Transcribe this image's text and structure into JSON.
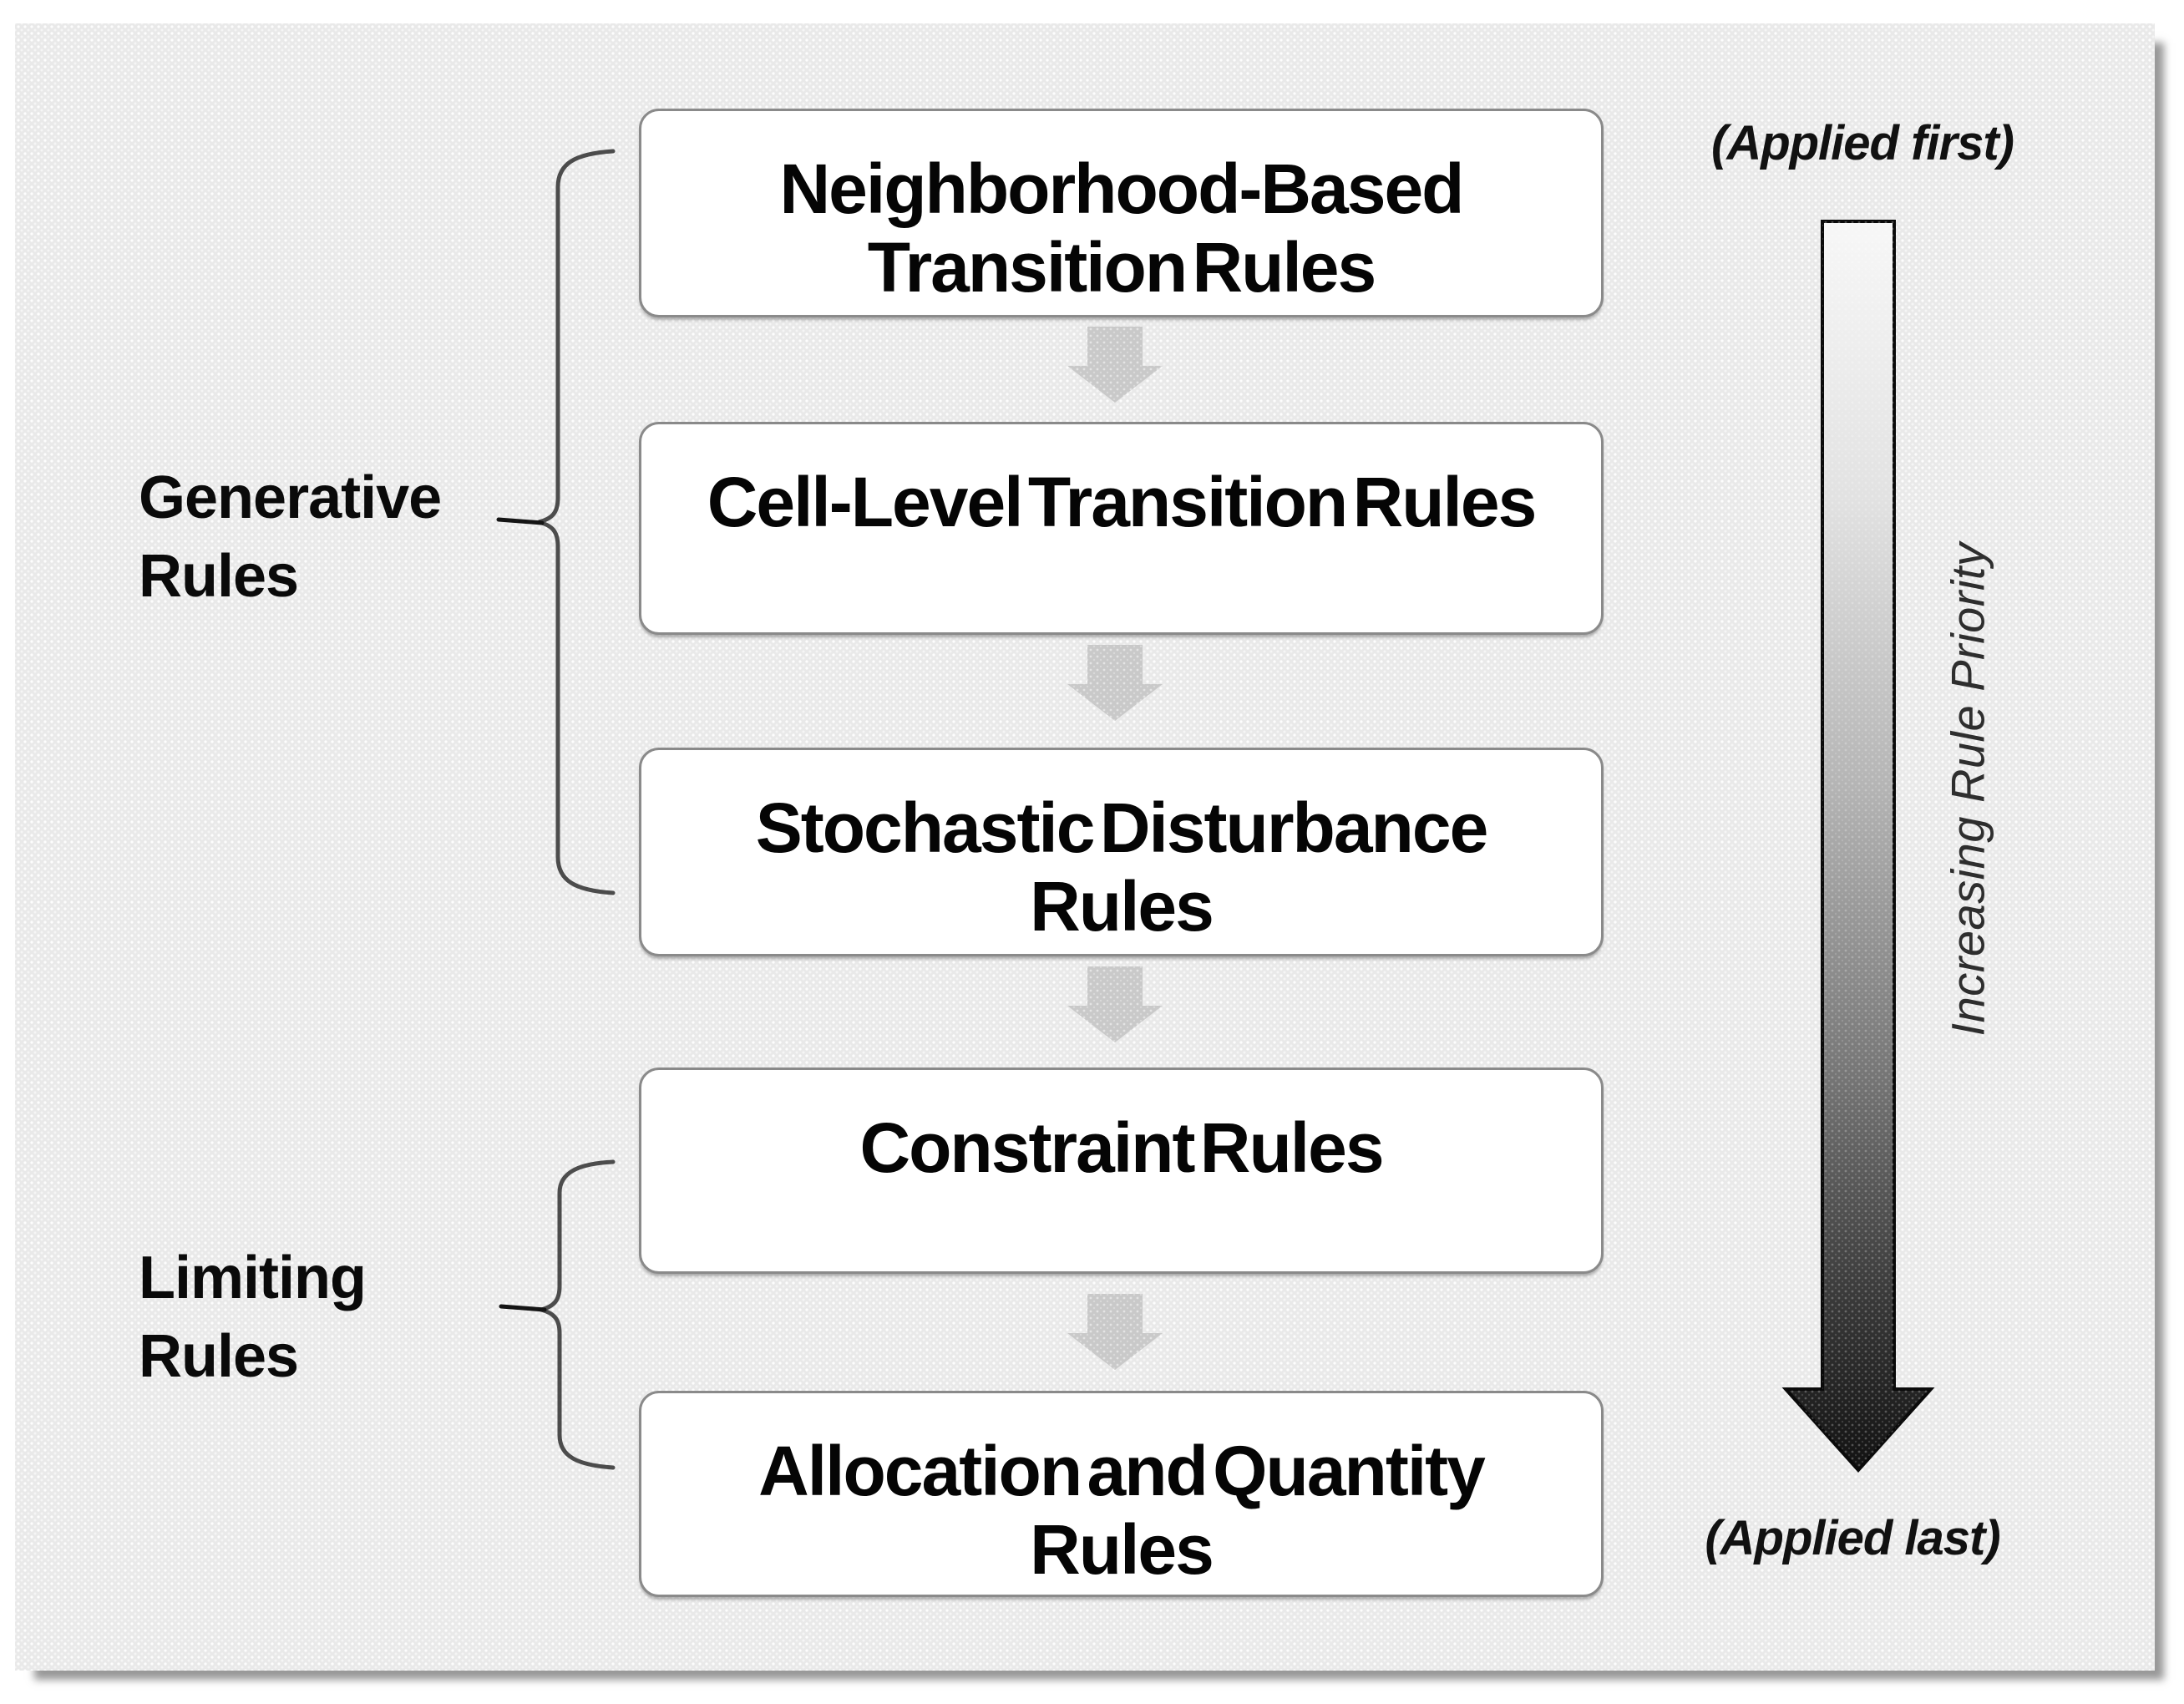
{
  "figure": {
    "background_color": "#e9e9e9",
    "box_border_color": "#8a8a8a",
    "small_arrow_color": "#c9c9c9",
    "brace_color": "#4c4c4c",
    "boxes": [
      {
        "id": "neighborhood-based-transition-rules",
        "lines": [
          "Neighborhood-Based",
          "Transition Rules"
        ]
      },
      {
        "id": "cell-level-transition-rules",
        "lines": [
          "Cell-Level Transition Rules"
        ]
      },
      {
        "id": "stochastic-disturbance-rules",
        "lines": [
          "Stochastic Disturbance",
          "Rules"
        ]
      },
      {
        "id": "constraint-rules",
        "lines": [
          "Constraint Rules"
        ]
      },
      {
        "id": "allocation-and-quantity-rules",
        "lines": [
          "Allocation and Quantity",
          "Rules"
        ]
      }
    ],
    "groups": {
      "generative": {
        "lines": [
          "Generative",
          "Rules"
        ]
      },
      "limiting": {
        "lines": [
          "Limiting",
          "Rules"
        ]
      }
    },
    "priority_arrow": {
      "top_caption": "(Applied first)",
      "bottom_caption": "(Applied last)",
      "side_caption": "Increasing Rule Priority",
      "gradient_top_color": "#f7f7f7",
      "gradient_bottom_color": "#121212"
    }
  }
}
